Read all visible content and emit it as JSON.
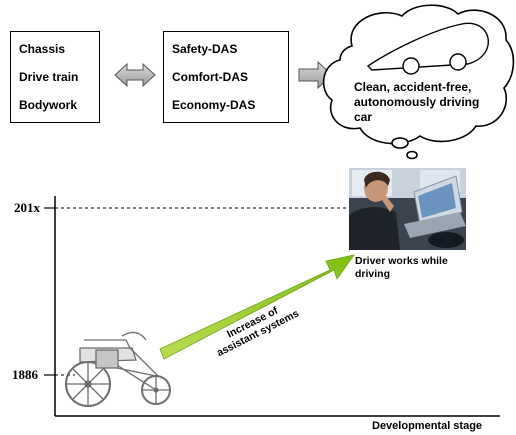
{
  "box_left": {
    "items": [
      "Chassis",
      "Drive train",
      "Bodywork"
    ]
  },
  "box_middle": {
    "items": [
      "Safety-DAS",
      "Comfort-DAS",
      "Economy-DAS"
    ]
  },
  "cloud": {
    "text_lines": [
      "Clean, accident-free,",
      "autonomously driving",
      "car"
    ]
  },
  "axis": {
    "y_label_top": "201x",
    "y_label_bottom": "1886",
    "x_label": "Developmental stage"
  },
  "arrow_label": [
    "Increase of",
    "assistant systems"
  ],
  "photo_caption": [
    "Driver works while",
    "driving"
  ],
  "colors": {
    "arrow_green": "#8ec31f",
    "double_arrow_grey": "#b8b8b8"
  }
}
